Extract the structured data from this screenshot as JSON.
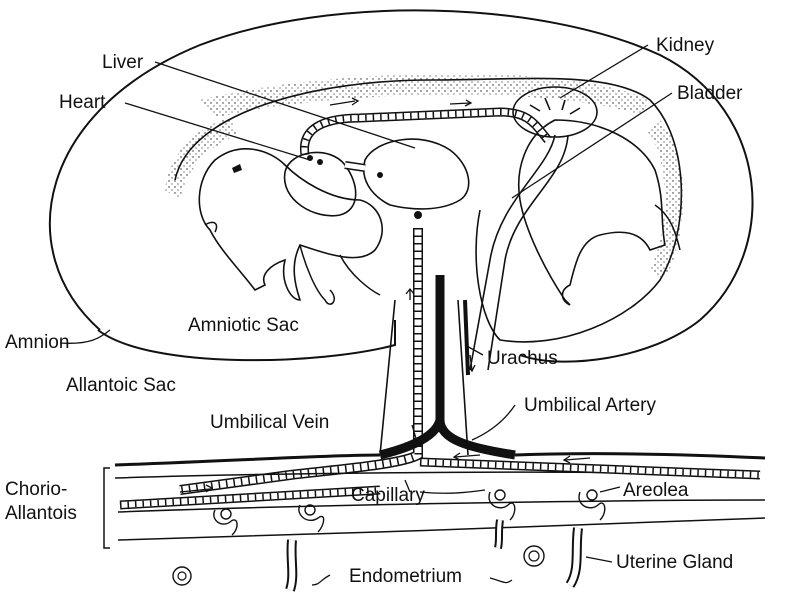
{
  "labels": {
    "kidney": "Kidney",
    "liver": "Liver",
    "heart": "Heart",
    "bladder": "Bladder",
    "amnion": "Amnion",
    "amniotic_sac": "Amniotic Sac",
    "urachus": "Urachus",
    "allantoic_sac": "Allantoic Sac",
    "umbilical_vein": "Umbilical Vein",
    "umbilical_artery": "Umbilical Artery",
    "chorio_line1": "Chorio-",
    "chorio_line2": "Allantois",
    "capillary": "Capillary",
    "areolea": "Areolea",
    "endometrium": "Endometrium",
    "uterine_gland": "Uterine Gland"
  }
}
